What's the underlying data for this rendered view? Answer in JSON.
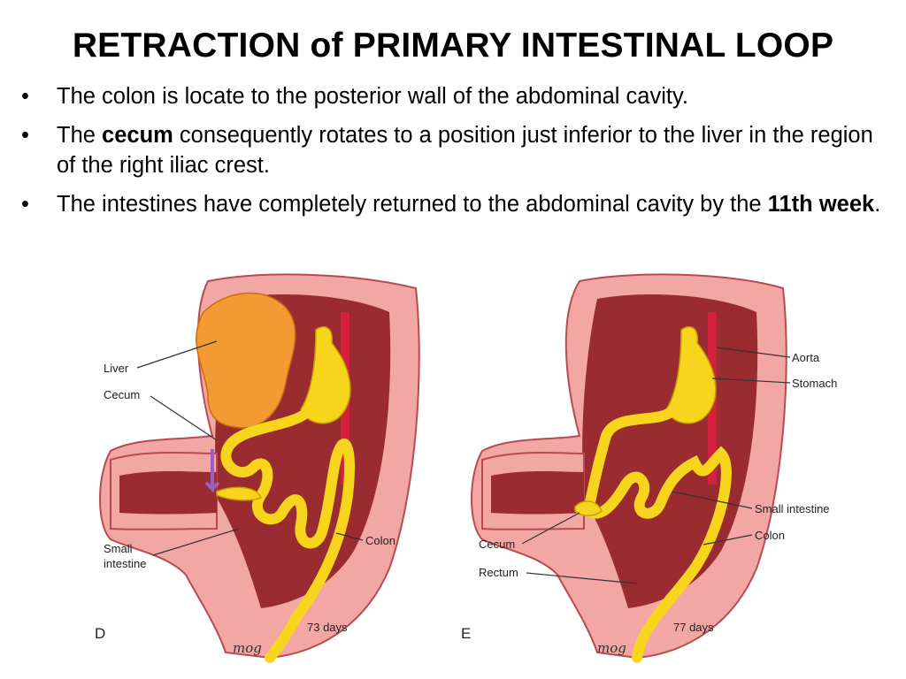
{
  "title": "RETRACTION of PRIMARY INTESTINAL LOOP",
  "bullets": [
    {
      "text": "The colon is locate to the posterior wall of the abdominal cavity."
    },
    {
      "pre": "The ",
      "bold": "cecum",
      "post": " consequently rotates to a position just inferior to the liver in the region of the right iliac crest."
    },
    {
      "pre": "The intestines have completely returned to the abdominal cavity by the ",
      "bold": "11th week",
      "post": "."
    }
  ],
  "figure_d": {
    "panel": "D",
    "age": "73 days",
    "signature": "mog",
    "labels": {
      "liver": "Liver",
      "cecum": "Cecum",
      "small_1": "Small",
      "small_2": "intestine",
      "colon": "Colon"
    }
  },
  "figure_e": {
    "panel": "E",
    "age": "77 days",
    "signature": "mog",
    "labels": {
      "aorta": "Aorta",
      "stomach": "Stomach",
      "small": "Small intestine",
      "colon": "Colon",
      "cecum": "Cecum",
      "rectum": "Rectum"
    }
  },
  "colors": {
    "wall": "#f2a7a4",
    "wall_edge": "#b84a52",
    "cavity": "#9a2c31",
    "liver": "#f39a32",
    "gut": "#f7d51d",
    "gut_edge": "#c7a000",
    "aorta": "#d3213c"
  }
}
